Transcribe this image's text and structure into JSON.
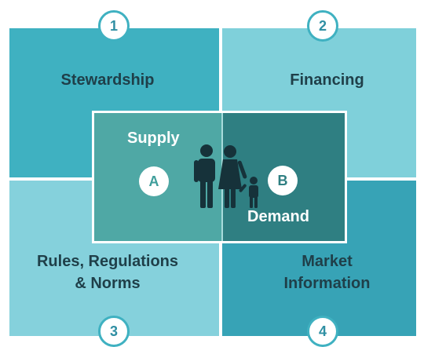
{
  "quadrants": [
    {
      "number": "1",
      "label_lines": [
        "Stewardship"
      ]
    },
    {
      "number": "2",
      "label_lines": [
        "Financing"
      ]
    },
    {
      "number": "3",
      "label_lines": [
        "Rules, Regulations",
        "& Norms"
      ]
    },
    {
      "number": "4",
      "label_lines": [
        "Market",
        "Information"
      ]
    }
  ],
  "center": {
    "supply": {
      "label": "Supply",
      "letter": "A"
    },
    "demand": {
      "label": "Demand",
      "letter": "B"
    },
    "icon": "family-icon"
  },
  "colors": {
    "q1": "#3fb1c1",
    "q2": "#7fd0da",
    "q3": "#85d1dc",
    "q4": "#37a3b6",
    "supply_bg": "#4fa8a5",
    "demand_bg": "#2f7f82",
    "label_text": "#1f3f49",
    "people": "#16323a"
  }
}
